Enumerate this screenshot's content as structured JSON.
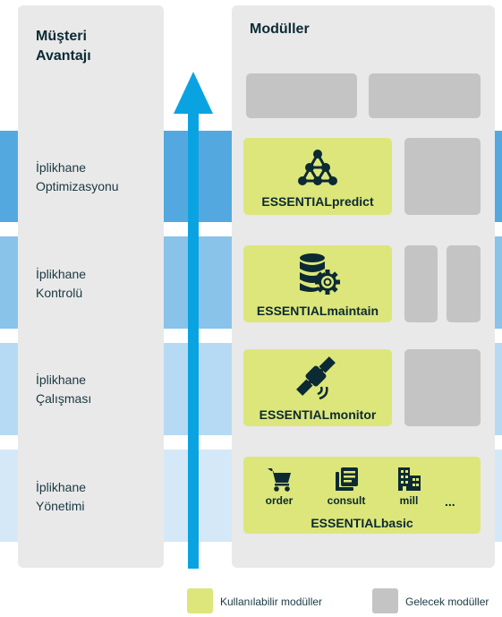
{
  "colors": {
    "level_1": "#53a9df",
    "level_2": "#89c3ea",
    "level_3": "#b6daf3",
    "level_4": "#d5e8f7",
    "column_bg": "#e9e9e9",
    "arrow": "#0aa3e2",
    "available_module": "#dde67a",
    "future_module": "#c4c4c4",
    "text": "#0b2a33"
  },
  "left_column": {
    "title": "Müşteri\nAvantajı",
    "levels": [
      "İplikhane\nOptimizasyonu",
      "İplikhane\nKontrolü",
      "İplikhane\nÇalışması",
      "İplikhane\nYönetimi"
    ]
  },
  "right_column": {
    "title": "Modüller",
    "modules": {
      "predict": {
        "name": "ESSENTIALpredict",
        "icon": "network-nodes-icon"
      },
      "maintain": {
        "name": "ESSENTIALmaintain",
        "icon": "database-gear-icon"
      },
      "monitor": {
        "name": "ESSENTIALmonitor",
        "icon": "satellite-icon"
      },
      "basic": {
        "name": "ESSENTIALbasic",
        "items": [
          {
            "label": "order",
            "icon": "shopping-cart-icon"
          },
          {
            "label": "consult",
            "icon": "document-icon"
          },
          {
            "label": "mill",
            "icon": "building-icon"
          }
        ],
        "more": "..."
      }
    }
  },
  "legend": {
    "available": "Kullanılabilir modüller",
    "future": "Gelecek modüller"
  }
}
